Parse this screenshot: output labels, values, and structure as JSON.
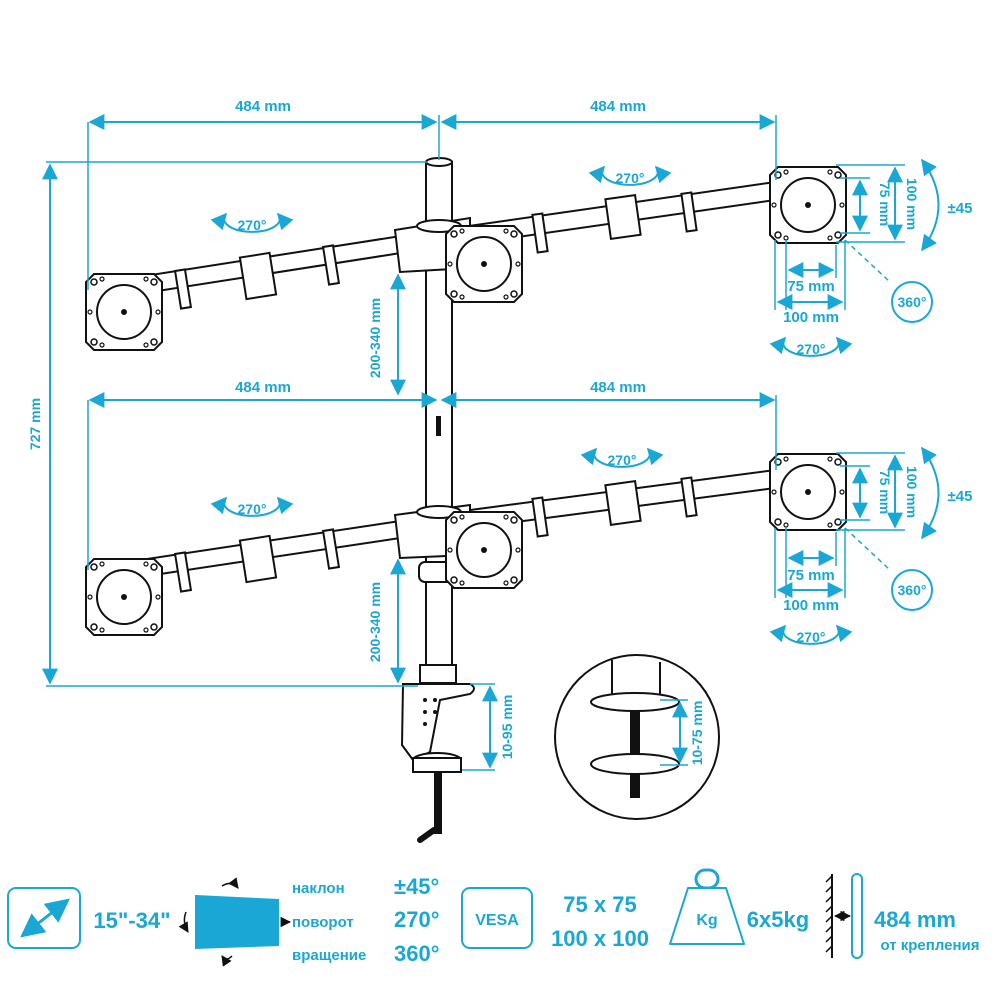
{
  "colors": {
    "accent": "#1aa7d6",
    "line": "#111111",
    "metal": "#ffffff"
  },
  "dimensions": {
    "top_left_width": "484 mm",
    "top_right_width": "484 mm",
    "bottom_left_width": "484 mm",
    "bottom_right_width": "484 mm",
    "total_height": "727 mm",
    "upper_arm_spacing": "200-340 mm",
    "lower_arm_spacing": "200-340 mm",
    "clamp_range": "10-95 mm",
    "grommet_range": "10-75 mm",
    "vesa_inner_h_top": "75 mm",
    "vesa_outer_h_top": "100 mm",
    "vesa_inner_v_top": "75 mm",
    "vesa_outer_v_top": "100 mm",
    "vesa_inner_h_bottom": "75 mm",
    "vesa_outer_h_bottom": "100 mm",
    "vesa_inner_v_bottom": "75 mm",
    "vesa_outer_v_bottom": "100 mm",
    "tilt_top": "±45",
    "tilt_bottom": "±45"
  },
  "rotations": {
    "top_left_arm": "270°",
    "top_right_arm": "270°",
    "top_plate": "270°",
    "top_spin": "360°",
    "bottom_left_arm": "270°",
    "bottom_right_arm": "270°",
    "bottom_plate": "270°",
    "bottom_spin": "360°"
  },
  "specs": {
    "screen_size": "15\"-34\"",
    "tilt_label": "наклон",
    "tilt_value": "±45°",
    "swivel_label": "поворот",
    "swivel_value": "270°",
    "rotation_label": "вращение",
    "rotation_value": "360°",
    "vesa_badge": "VESA",
    "vesa_small": "75 x 75",
    "vesa_large": "100 x 100",
    "weight_badge": "Kg",
    "weight_value": "6x5kg",
    "reach_value": "484 mm",
    "reach_label": "от крепления"
  }
}
